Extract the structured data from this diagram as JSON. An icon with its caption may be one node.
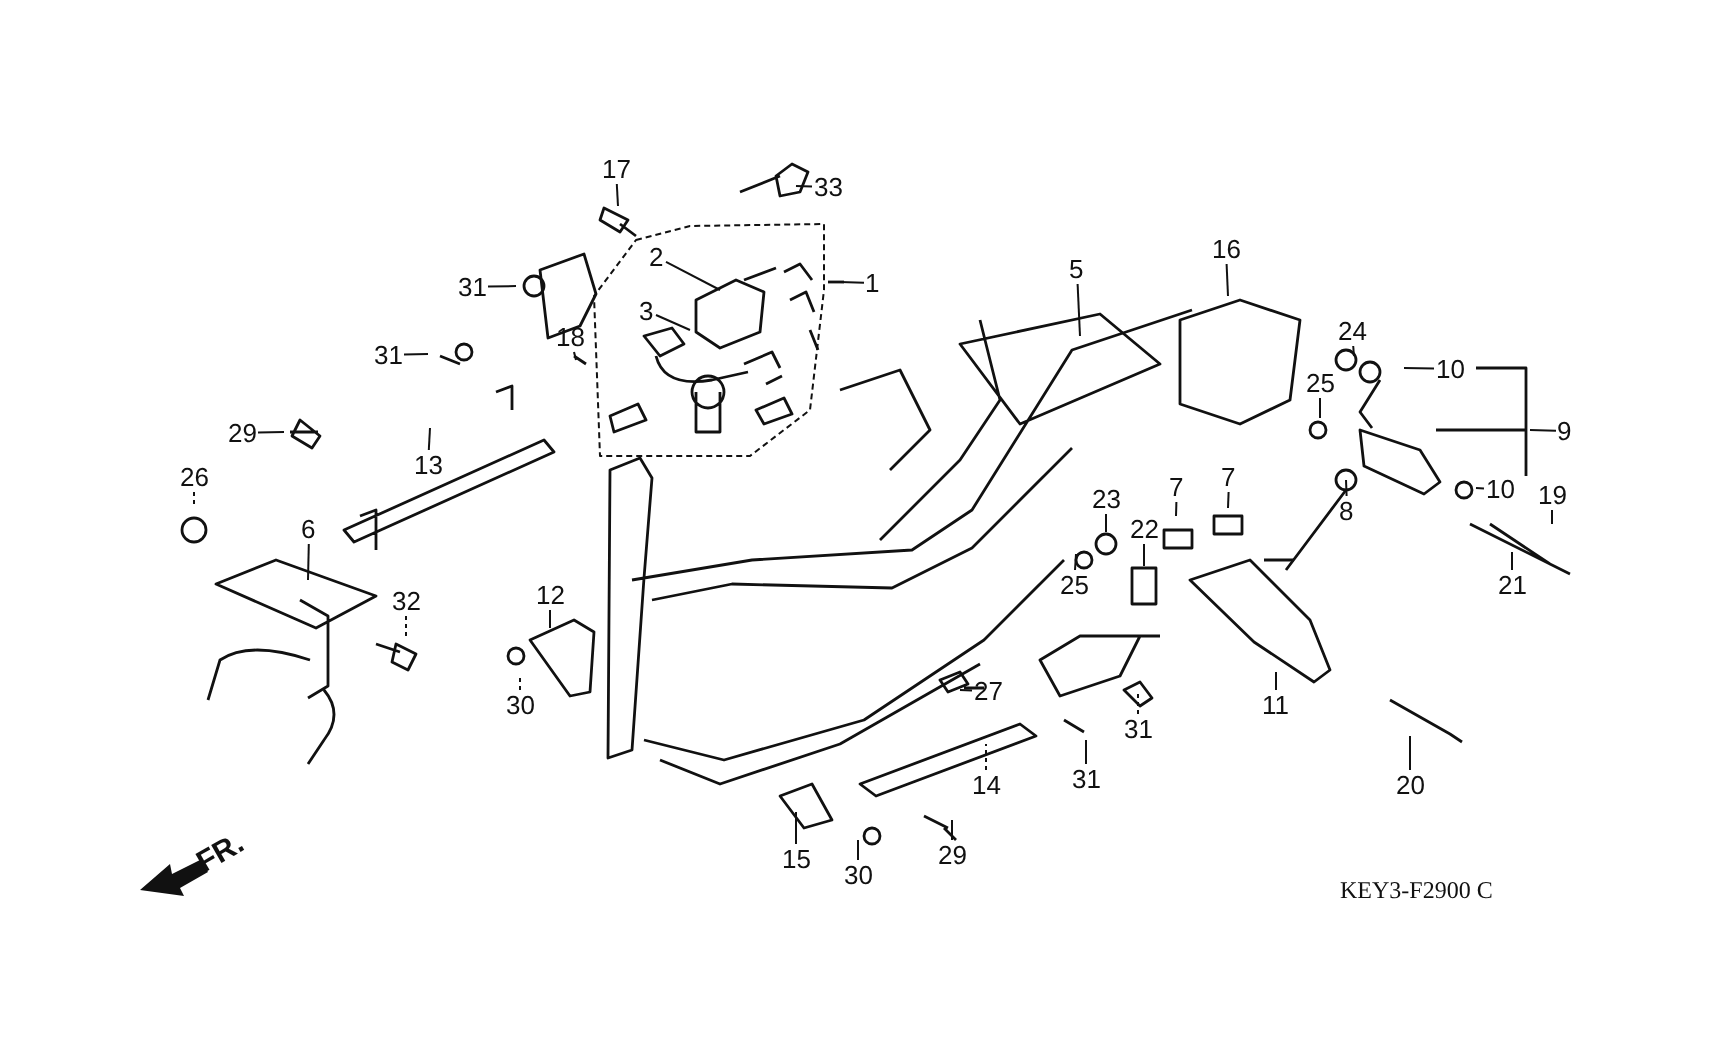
{
  "diagram": {
    "nodes": [
      {
        "text": [
          "17"
        ]
      },
      {
        "text": [
          "33"
        ]
      },
      {
        "text": [
          "2"
        ]
      },
      {
        "text": [
          "3"
        ]
      },
      {
        "text": [
          "1"
        ]
      },
      {
        "text": [
          "5"
        ]
      },
      {
        "text": [
          "16"
        ]
      },
      {
        "text": [
          "31"
        ]
      },
      {
        "text": [
          "18"
        ]
      },
      {
        "text": [
          "31"
        ]
      },
      {
        "text": [
          "24"
        ]
      },
      {
        "text": [
          "10"
        ]
      },
      {
        "text": [
          "9"
        ]
      },
      {
        "text": [
          "29"
        ]
      },
      {
        "text": [
          "13"
        ]
      },
      {
        "text": [
          "25"
        ]
      },
      {
        "text": [
          "10"
        ]
      },
      {
        "text": [
          "19"
        ]
      },
      {
        "text": [
          "8"
        ]
      },
      {
        "text": [
          "7"
        ]
      },
      {
        "text": [
          "7"
        ]
      },
      {
        "text": [
          "23"
        ]
      },
      {
        "text": [
          "22"
        ]
      },
      {
        "text": [
          "26"
        ]
      },
      {
        "text": [
          "6"
        ]
      },
      {
        "text": [
          "25"
        ]
      },
      {
        "text": [
          "21"
        ]
      },
      {
        "text": [
          "12"
        ]
      },
      {
        "text": [
          "32"
        ]
      },
      {
        "text": [
          "30"
        ]
      },
      {
        "text": [
          "11"
        ]
      },
      {
        "text": [
          "27"
        ]
      },
      {
        "text": [
          "31"
        ]
      },
      {
        "text": [
          "20"
        ]
      },
      {
        "text": [
          "31"
        ]
      },
      {
        "text": [
          "14"
        ]
      },
      {
        "text": [
          "15"
        ]
      },
      {
        "text": [
          "30"
        ]
      },
      {
        "text": [
          "29"
        ]
      }
    ],
    "edges": [
      {
        "from": 0,
        "to": null,
        "arrow": "none"
      },
      {
        "from": 1,
        "to": null,
        "arrow": "none"
      },
      {
        "from": 2,
        "to": null,
        "arrow": "none"
      },
      {
        "from": 3,
        "to": null,
        "arrow": "none"
      },
      {
        "from": 4,
        "to": null,
        "arrow": "none"
      },
      {
        "from": 5,
        "to": null,
        "arrow": "none"
      },
      {
        "from": 6,
        "to": null,
        "arrow": "none"
      },
      {
        "from": 7,
        "to": null,
        "arrow": "none"
      },
      {
        "from": 8,
        "to": null,
        "arrow": "none"
      },
      {
        "from": 9,
        "to": null,
        "arrow": "none"
      },
      {
        "from": 10,
        "to": null,
        "arrow": "none"
      },
      {
        "from": 11,
        "to": null,
        "arrow": "none"
      },
      {
        "from": 12,
        "to": null,
        "arrow": "none"
      },
      {
        "from": 13,
        "to": null,
        "arrow": "none"
      },
      {
        "from": 14,
        "to": null,
        "arrow": "none"
      },
      {
        "from": 15,
        "to": null,
        "arrow": "none"
      },
      {
        "from": 16,
        "to": null,
        "arrow": "none"
      },
      {
        "from": 17,
        "to": null,
        "arrow": "none"
      },
      {
        "from": 18,
        "to": null,
        "arrow": "none"
      },
      {
        "from": 19,
        "to": null,
        "arrow": "none"
      },
      {
        "from": 20,
        "to": null,
        "arrow": "none"
      },
      {
        "from": 21,
        "to": null,
        "arrow": "none"
      },
      {
        "from": 22,
        "to": null,
        "arrow": "none"
      },
      {
        "from": 23,
        "to": null,
        "arrow": "none",
        "style": "dashed"
      },
      {
        "from": 24,
        "to": null,
        "arrow": "none"
      },
      {
        "from": 25,
        "to": null,
        "arrow": "none"
      },
      {
        "from": 26,
        "to": null,
        "arrow": "none"
      },
      {
        "from": 27,
        "to": null,
        "arrow": "none"
      },
      {
        "from": 28,
        "to": null,
        "arrow": "none",
        "style": "dashed"
      },
      {
        "from": 29,
        "to": null,
        "arrow": "none",
        "style": "dashed"
      },
      {
        "from": 30,
        "to": null,
        "arrow": "none"
      },
      {
        "from": 31,
        "to": null,
        "arrow": "none"
      },
      {
        "from": 32,
        "to": null,
        "arrow": "none",
        "style": "dashed"
      },
      {
        "from": 33,
        "to": null,
        "arrow": "none"
      },
      {
        "from": 34,
        "to": null,
        "arrow": "none"
      },
      {
        "from": 35,
        "to": null,
        "arrow": "none",
        "style": "dashed"
      },
      {
        "from": 36,
        "to": null,
        "arrow": "none"
      },
      {
        "from": 37,
        "to": null,
        "arrow": "none"
      },
      {
        "from": 38,
        "to": null,
        "arrow": "none"
      }
    ],
    "labels": [
      "FR.",
      "KEY3-F2900 C"
    ]
  }
}
